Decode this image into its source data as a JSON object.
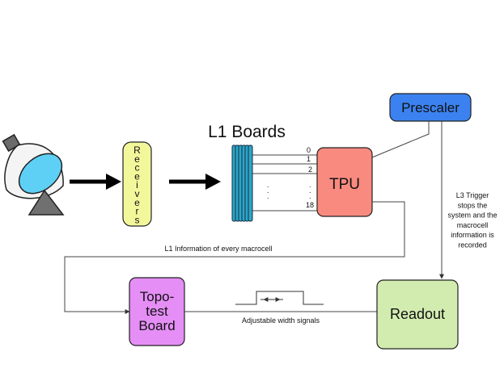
{
  "diagram": {
    "receivers": {
      "label_letters": [
        "R",
        "e",
        "c",
        "e",
        "i",
        "v",
        "e",
        "r",
        "s"
      ]
    },
    "l1_boards": {
      "title": "L1 Boards"
    },
    "channels": [
      "0",
      "1",
      "2",
      "18"
    ],
    "channel_dots": ".",
    "tpu": {
      "label": "TPU"
    },
    "prescaler": {
      "label": "Prescaler"
    },
    "l3_trigger": {
      "lines": [
        "L3 Trigger",
        "stops the",
        "system and the",
        "macrocell",
        "information is",
        "recorded"
      ]
    },
    "l1_info": {
      "label": "L1 Information of every macrocell"
    },
    "topo": {
      "lines": [
        "Topo-",
        "test",
        "Board"
      ]
    },
    "signal": {
      "label": "Adjustable width signals"
    },
    "readout": {
      "label": "Readout"
    },
    "colors": {
      "receivers": "#f3f79b",
      "l1_boards": "#2aa7c9",
      "tpu": "#f98a80",
      "prescaler": "#3b82f0",
      "topo": "#e58ef5",
      "readout": "#d2ecb0",
      "dish_face": "#5fd0f5",
      "dish_base": "#707070"
    }
  }
}
